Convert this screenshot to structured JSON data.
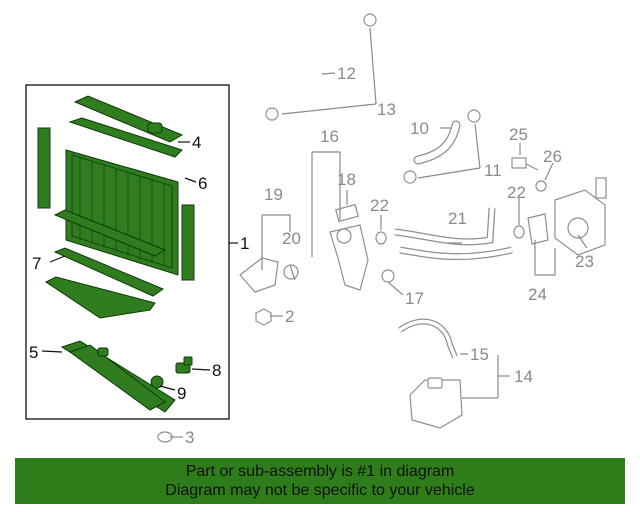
{
  "callouts": {
    "c1": "1",
    "c2": "2",
    "c3": "3",
    "c4": "4",
    "c5": "5",
    "c6": "6",
    "c7": "7",
    "c8": "8",
    "c9": "9",
    "c10": "10",
    "c11": "11",
    "c12": "12",
    "c13": "13",
    "c14": "14",
    "c15": "15",
    "c16": "16",
    "c17": "17",
    "c18": "18",
    "c19": "19",
    "c20": "20",
    "c21": "21",
    "c22a": "22",
    "c22b": "22",
    "c23": "23",
    "c24": "24",
    "c25": "25",
    "c26": "26"
  },
  "banner": {
    "line1": "Part or sub-assembly is #1 in diagram",
    "line2": "Diagram may not be specific to your vehicle"
  },
  "colors": {
    "highlight_green": "#2f7d1f",
    "banner_green": "#2e7d1a",
    "gray_line": "#8f8f8f"
  }
}
